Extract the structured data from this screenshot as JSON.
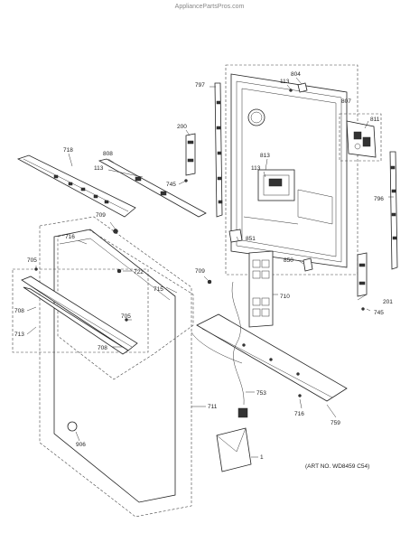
{
  "watermark": "AppliancePartsPros.com",
  "art_number": "(ART NO. WD8459 C54)",
  "labels": {
    "l804": "804",
    "l113a": "113",
    "l797": "797",
    "l807": "807",
    "l811": "811",
    "l200": "200",
    "l808": "808",
    "l718": "718",
    "l113b": "113",
    "l813": "813",
    "l113c": "113",
    "l745a": "745",
    "l796": "796",
    "l709a": "709",
    "l851": "851",
    "l716a": "716",
    "l705a": "705",
    "l722": "722",
    "l709b": "709",
    "l850": "850",
    "l715": "715",
    "l710": "710",
    "l708a": "708",
    "l201": "201",
    "l745b": "745",
    "l705b": "705",
    "l713": "713",
    "l708b": "708",
    "l711": "711",
    "l753": "753",
    "l716b": "716",
    "l759": "759",
    "l906": "906",
    "l1": "1"
  }
}
